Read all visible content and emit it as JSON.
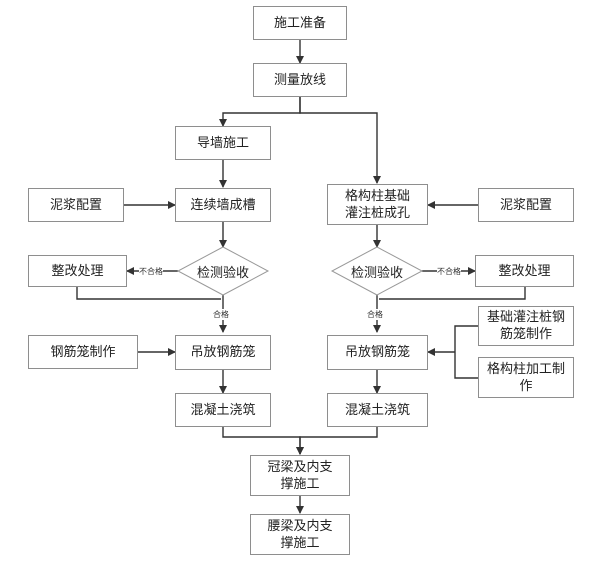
{
  "nodes": {
    "prep": "施工准备",
    "survey": "测量放线",
    "guide_wall": "导墙施工",
    "slurry_left": "泥浆配置",
    "trench": "连续墙成槽",
    "inspect_left": "检测验收",
    "rectify_left": "整改处理",
    "rebar_make": "钢筋笼制作",
    "hoist_left": "吊放钢筋笼",
    "concrete_left": "混凝土浇筑",
    "column_hole": "格构柱基础灌注桩成孔",
    "slurry_right": "泥浆配置",
    "inspect_right": "检测验收",
    "rectify_right": "整改处理",
    "pile_cage": "基础灌注桩钢筋笼制作",
    "hoist_right": "吊放钢筋笼",
    "column_fab": "格构柱加工制作",
    "concrete_right": "混凝土浇筑",
    "crown_beam": "冠梁及内支撑施工",
    "waist_beam": "腰梁及内支撑施工"
  },
  "edge_labels": {
    "fail_left": "不合格",
    "pass_left": "合格",
    "fail_right": "不合格",
    "pass_right": "合格"
  }
}
